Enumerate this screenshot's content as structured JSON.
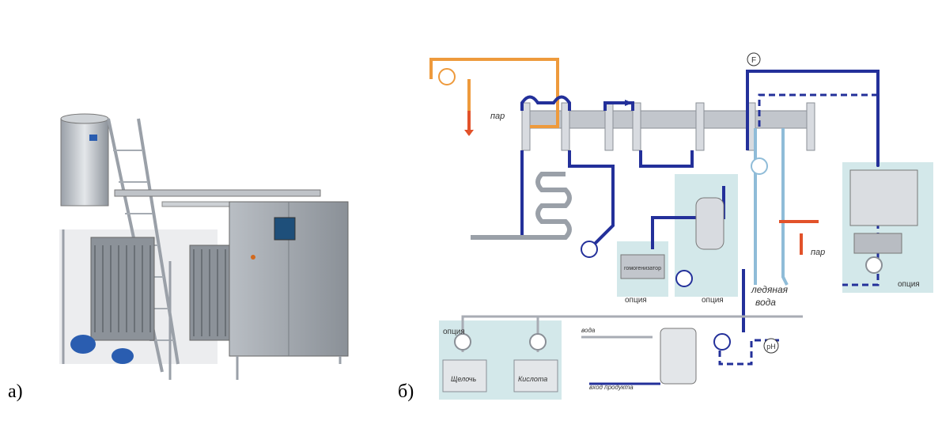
{
  "panels": {
    "a": {
      "label": "а)"
    },
    "b": {
      "label": "б)"
    }
  },
  "scheme": {
    "steam_top": "пар",
    "steam_right": "пар",
    "homogenizer": "гомогенизатор",
    "option_homogenizer": "опция",
    "option_tank": "опция",
    "option_cabinet": "опция",
    "option_cip": "опция",
    "ice_water_1": "ледяная",
    "ice_water_2": "вода",
    "water": "вода",
    "product_inlet": "вход продукта",
    "alkali": "Щелочь",
    "acid": "Кислота",
    "flow_meter": "F",
    "ph_sensor": "pH"
  },
  "colors": {
    "product_line": "#23309a",
    "hot_water_line": "#ee9a3c",
    "steam_line": "#e2522a",
    "ice_water_line": "#8fbcd8",
    "utility_line": "#a8acb4",
    "option_area": "#d3e8ea",
    "equipment_gray": "#c2c6cc"
  }
}
